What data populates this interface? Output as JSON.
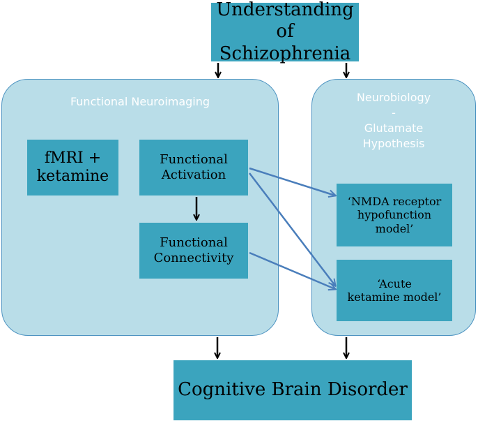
{
  "nodes": {
    "top": "Understanding of\nSchizophrenia",
    "fmri": "fMRI +\nketamine",
    "activation": "Functional\nActivation",
    "connectivity": "Functional\nConnectivity",
    "nmda": "‘NMDA receptor\nhypofunction\nmodel’",
    "acute": "‘Acute\nketamine model’",
    "bottom": "Cognitive Brain Disorder"
  },
  "panels": {
    "left_title": "Functional Neuroimaging",
    "right_title_lines": [
      "Neurobiology",
      "-",
      "Glutamate",
      "Hypothesis"
    ]
  },
  "colors": {
    "box_fill": "#3ba4be",
    "panel_fill": "#b9dde8",
    "panel_border": "#4d93c1",
    "cross_arrow": "#4a7ebb",
    "flow_arrow": "#000000"
  }
}
